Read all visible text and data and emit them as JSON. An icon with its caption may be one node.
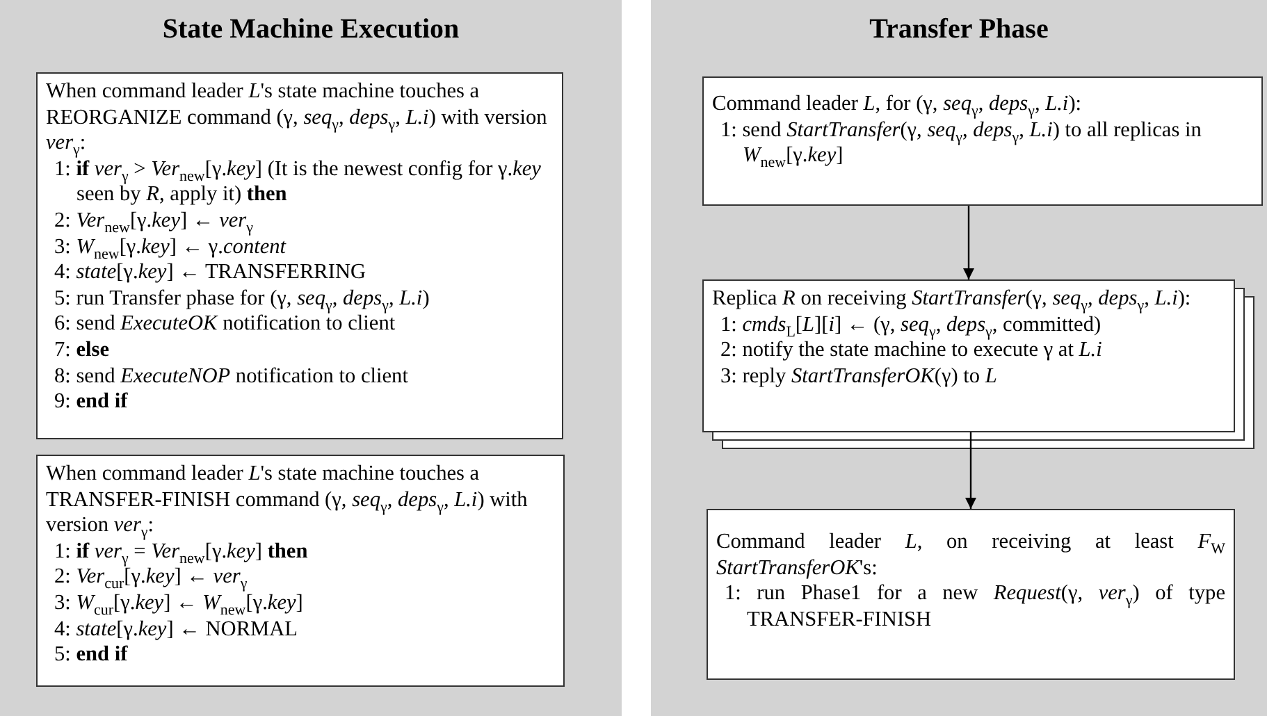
{
  "diagram": {
    "nodes": [
      {
        "text": [
          "State Machine Execution"
        ]
      },
      {
        "text": [
          "When command leader *L*'s state machine touches a REORGANIZE command (γ, *seq*$_{γ}$, *deps*$_{γ}$, *L.i*) with version *ver*$_{γ}$:",
          "1: **if** *ver*$_{γ}$ > *Ver*$_{new}$[γ.*key*] (It is the newest config for γ.*key* seen by *R*, apply it) **then**",
          "2: *Ver*$_{new}$[γ.*key*] ← *ver*$_{γ}$",
          "3: *W*$_{new}$[γ.*key*] ← γ.*content*",
          "4: *state*[γ.*key*] ← TRANSFERRING",
          "5: run Transfer phase for (γ, *seq*$_{γ}$, *deps*$_{γ}$, *L.i*)",
          "6: send *ExecuteOK* notification to client",
          "7: **else**",
          "8: send *ExecuteNOP* notification to client",
          "9: **end if**"
        ],
        "in": 0
      },
      {
        "text": [
          "When command leader *L*'s state machine touches a TRANSFER-FINISH command (γ, *seq*$_{γ}$, *deps*$_{γ}$, *L.i*) with version *ver*$_{γ}$:",
          "1: **if** *ver*$_{γ}$ = *Ver*$_{new}$[γ.*key*] **then**",
          "2: *Ver*$_{cur}$[γ.*key*] ← *ver*$_{γ}$",
          "3: *W*$_{cur}$[γ.*key*] ← *W*$_{new}$[γ.*key*]",
          "4: *state*[γ.*key*] ← NORMAL",
          "5: **end if**"
        ],
        "in": 0
      },
      {
        "text": [
          "Transfer Phase"
        ]
      },
      {
        "text": [
          "Command leader *L*, for (γ, *seq*$_{γ}$, *deps*$_{γ}$, *L.i*):",
          "1: send *StartTransfer*(γ, *seq*$_{γ}$, *deps*$_{γ}$, *L.i*) to all replicas in *W*$_{new}$[γ.*key*]"
        ],
        "in": 3
      },
      {
        "text": [
          "Replica *R* on receiving *StartTransfer*(γ, *seq*$_{γ}$, *deps*$_{γ}$, *L.i*):",
          "1: *cmds*$_{L}$[*L*][*i*] ← (γ, *seq*$_{γ}$, *deps*$_{γ}$, committed)",
          "2: notify the state machine to execute γ at *L.i*",
          "3: reply *StartTransferOK*(γ) to *L*"
        ],
        "in": 3
      },
      {
        "text": [
          "Command leader *L*, on receiving at least *F*$_{W}$ *StartTransferOK*'s:",
          "1: run Phase1 for a new *Request*(γ, *ver*$_{γ}$) of type TRANSFER-FINISH"
        ],
        "in": 3
      }
    ],
    "edges": [
      {
        "from": 4,
        "to": 5,
        "arrow": "to"
      },
      {
        "from": 5,
        "to": 6,
        "arrow": "to"
      }
    ]
  }
}
